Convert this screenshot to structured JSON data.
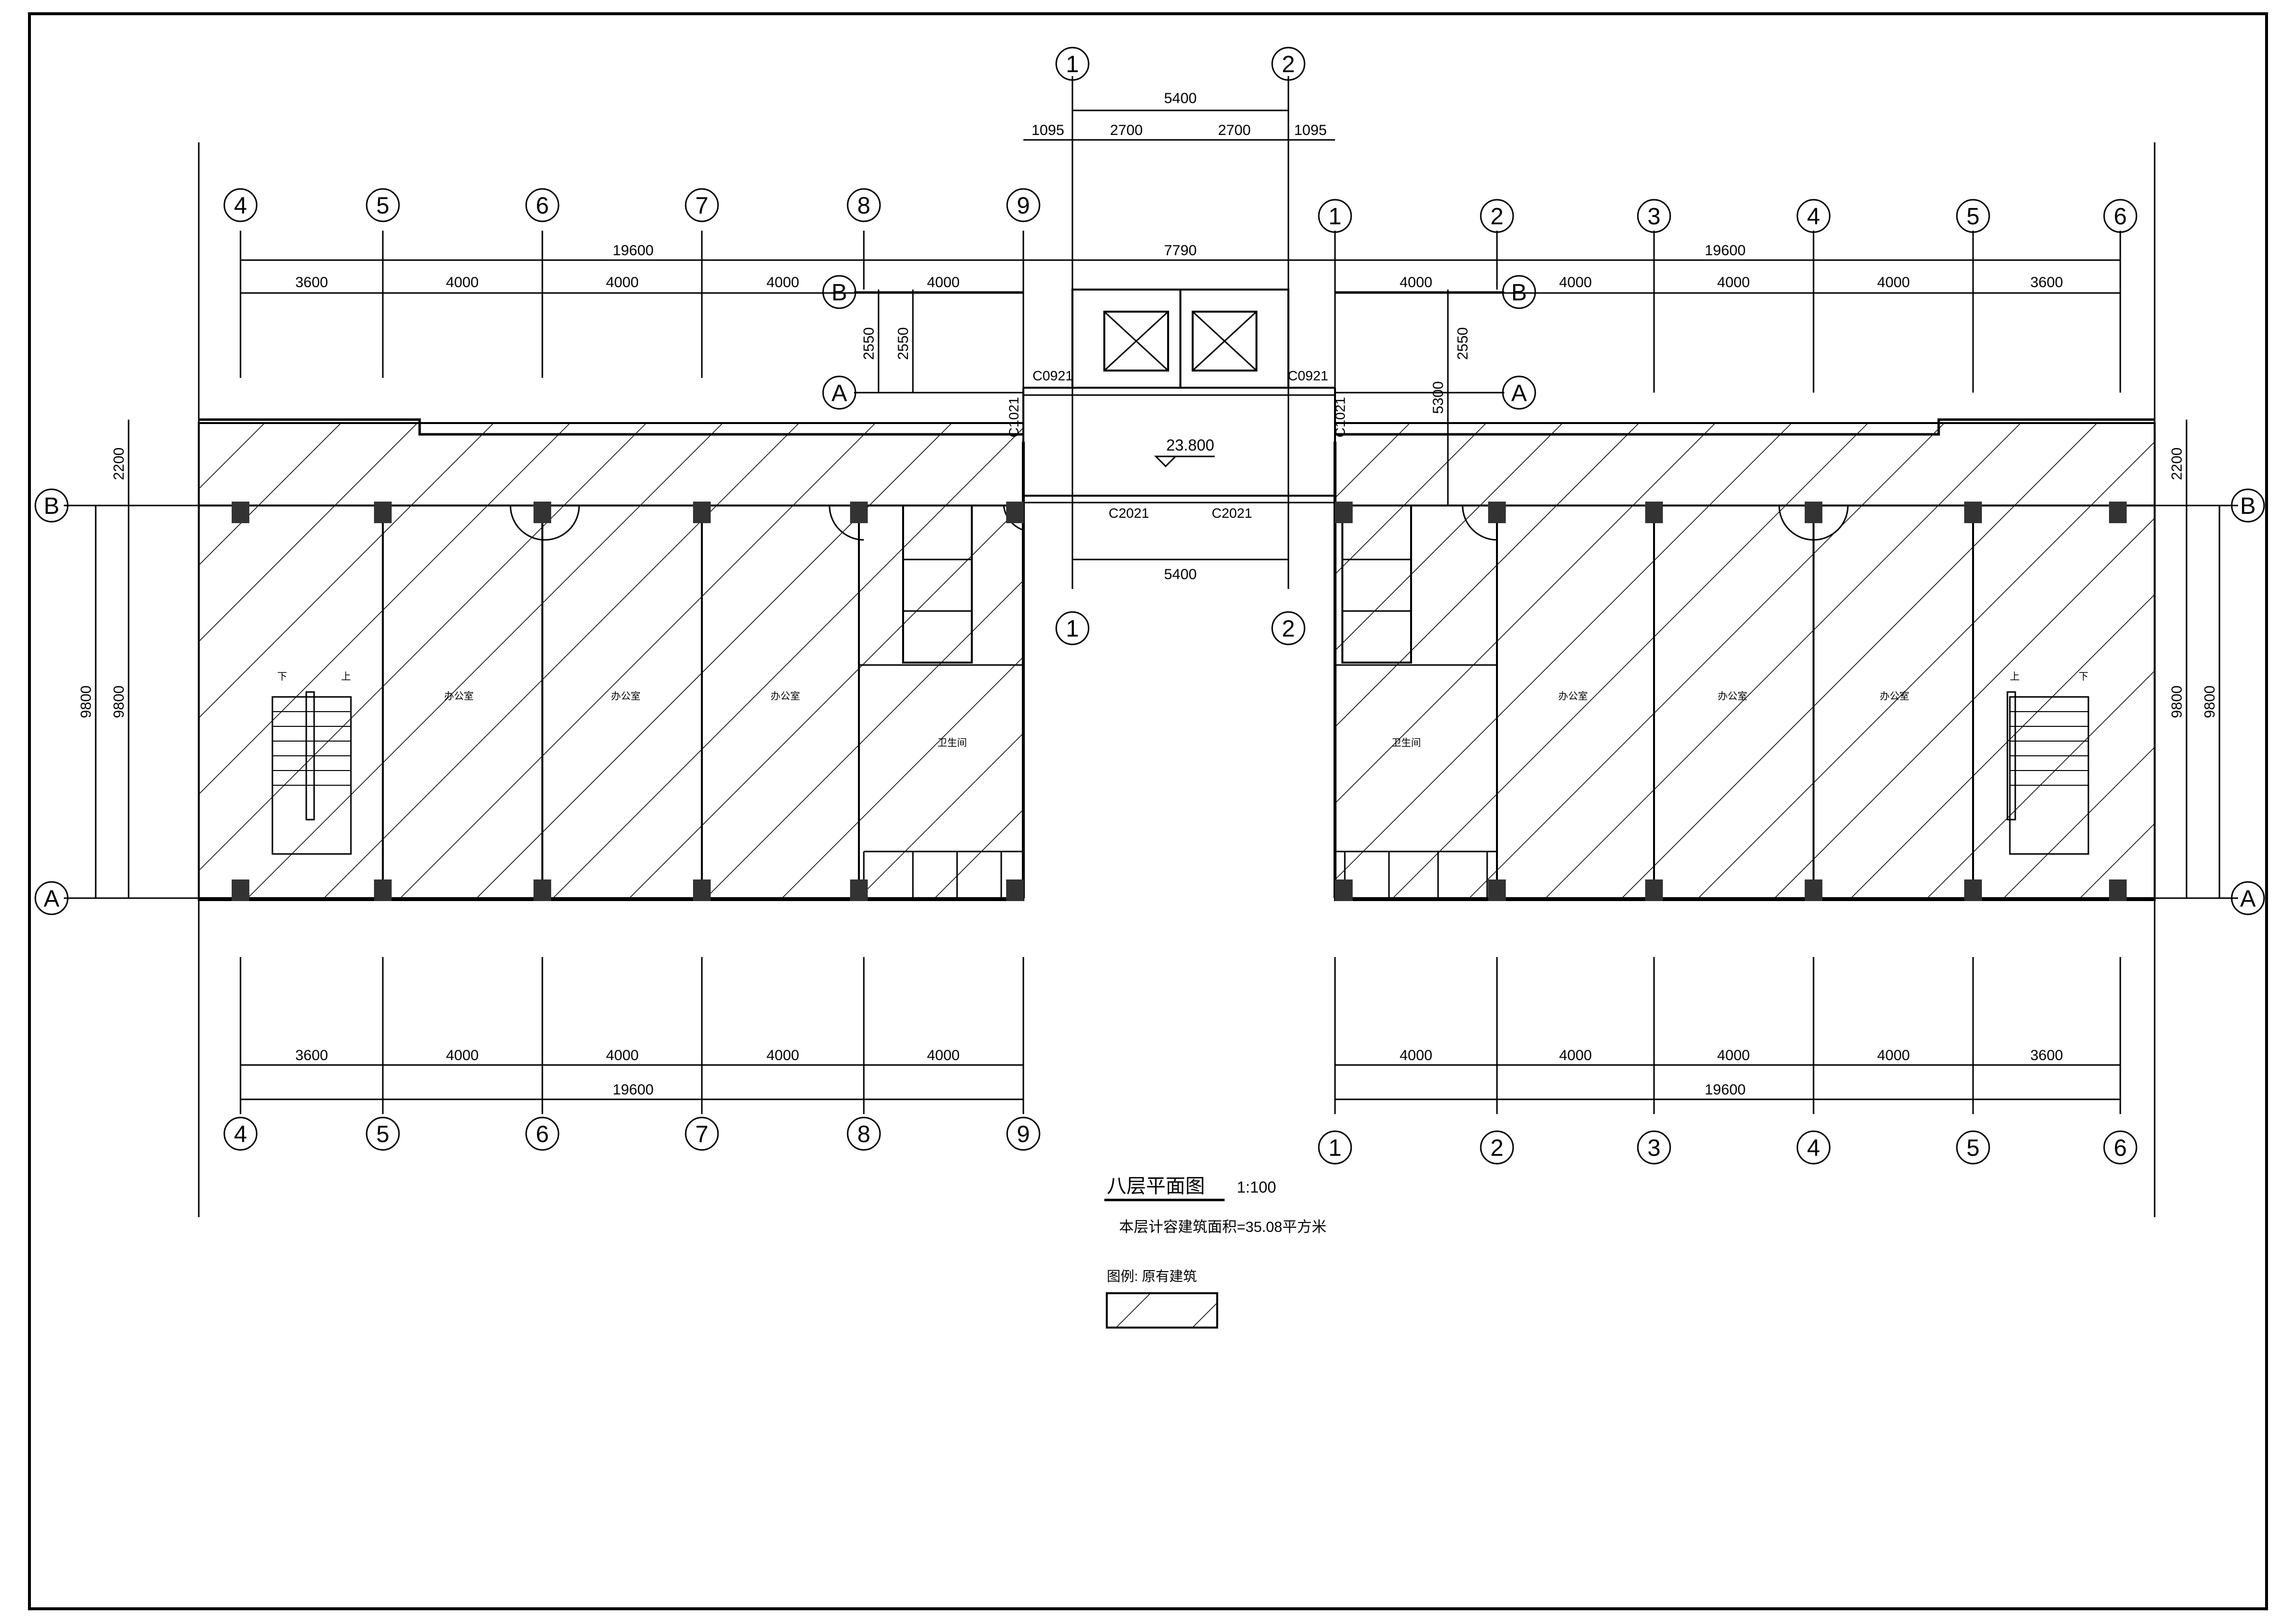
{
  "drawing": {
    "title": "八层平面图",
    "scale": "1:100",
    "area_note": "本层计容建筑面积=35.08平方米",
    "legend_label": "图例: 原有建筑",
    "elevation": "23.800"
  },
  "left_wing": {
    "axes": [
      "4",
      "5",
      "6",
      "7",
      "8",
      "9"
    ],
    "bays": [
      "3600",
      "4000",
      "4000",
      "4000",
      "4000"
    ],
    "total": "19600",
    "rooms": [
      "办公室",
      "办公室",
      "办公室",
      "卫生间"
    ],
    "stair_labels": [
      "下",
      "上"
    ]
  },
  "right_wing": {
    "axes": [
      "1",
      "2",
      "3",
      "4",
      "5",
      "6"
    ],
    "bays": [
      "4000",
      "4000",
      "4000",
      "4000",
      "3600"
    ],
    "total": "19600",
    "rooms": [
      "卫生间",
      "办公室",
      "办公室",
      "办公室"
    ],
    "stair_labels": [
      "上",
      "下"
    ]
  },
  "link": {
    "axes": [
      "1",
      "2"
    ],
    "span_total": "5400",
    "sub_dims": [
      "1095",
      "2700",
      "2700",
      "1095"
    ],
    "bottom_dim": "5400",
    "gap_dim": "7790",
    "windows": [
      "C0921",
      "C0921",
      "C1021",
      "C1021",
      "C2021",
      "C2021"
    ]
  },
  "row_axes": [
    "B",
    "A"
  ],
  "dims": {
    "row_span": "9800",
    "canopy": "2200",
    "link_depth": "2550",
    "link_right": "5300"
  }
}
